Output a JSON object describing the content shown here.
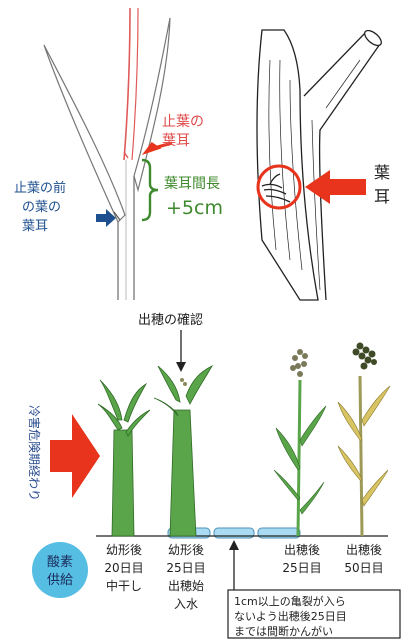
{
  "top_diagram": {
    "flag_leaf_auricle": [
      "止葉の",
      "葉耳"
    ],
    "prev_leaf_auricle": [
      "止葉の前",
      "の葉の",
      "葉耳"
    ],
    "auricle_interval": "葉耳間長",
    "interval_value": "+5cm",
    "auricle_callout": [
      "葉",
      "耳"
    ]
  },
  "bottom_diagram": {
    "heading_check": "出穂の確認",
    "vertical_label": "冷害危険期経わり",
    "oxygen_supply": [
      "酸素",
      "供給"
    ],
    "stages": [
      {
        "lines": [
          "幼形後",
          "20日目",
          "中干し"
        ]
      },
      {
        "lines": [
          "幼形後",
          "25日目",
          "出穂始",
          "入水"
        ]
      },
      {
        "lines": [
          "出穂後",
          "25日目"
        ]
      },
      {
        "lines": [
          "出穂後",
          "50日目"
        ]
      }
    ],
    "note": [
      "1cm以上の亀裂が入ら",
      "ないよう出穂後25日目",
      "までは間断かんがい"
    ]
  },
  "colors": {
    "red": "#e8341c",
    "flag_red": "#e04a4a",
    "green_text": "#3f8a2e",
    "blue_text": "#1e4f8f",
    "plant_green": "#5aa54a",
    "plant_yellow": "#d9c463",
    "oxygen_bubble": "#56bde3",
    "water_blue": "#a9dcf3"
  }
}
